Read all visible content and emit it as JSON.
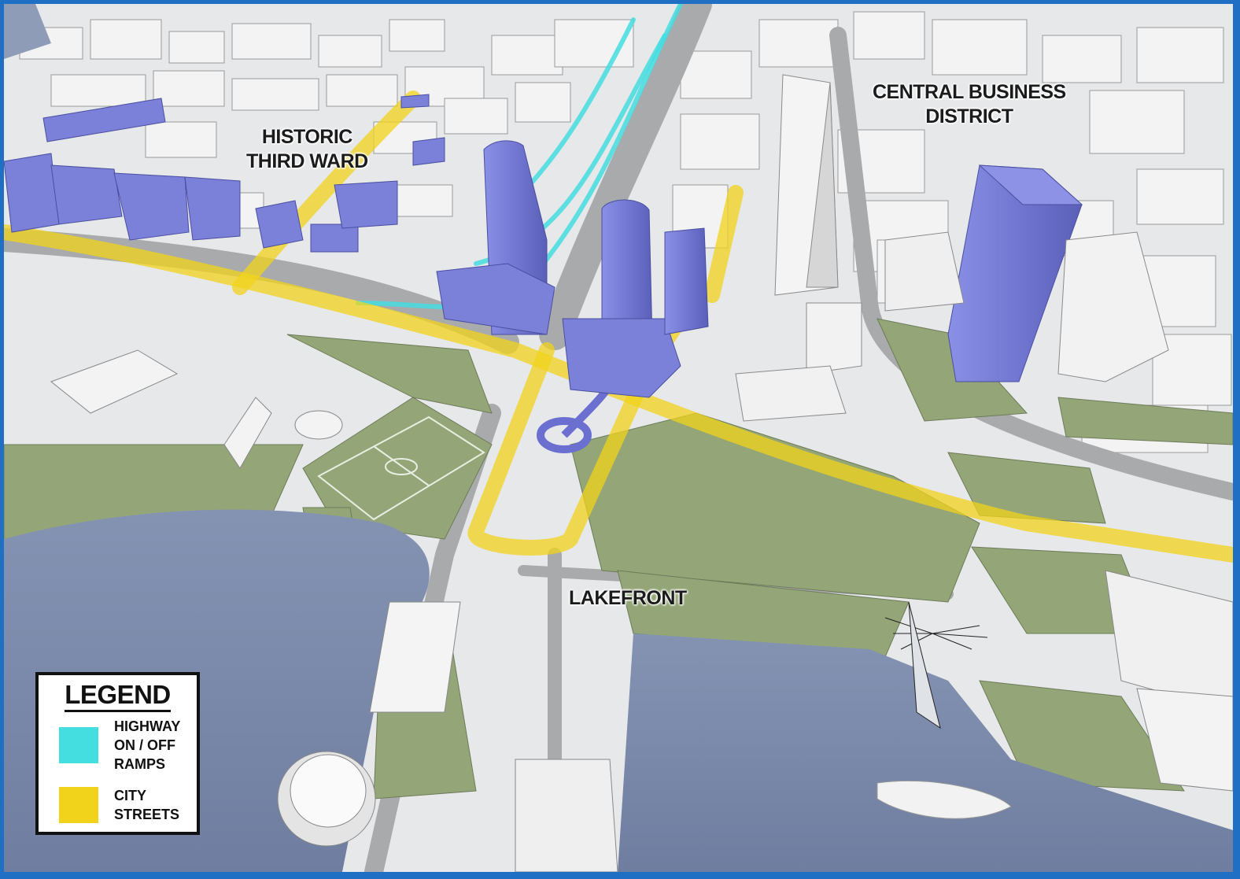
{
  "labels": {
    "historic_third_ward": [
      "HISTORIC",
      "THIRD WARD"
    ],
    "central_business_district": [
      "CENTRAL BUSINESS",
      "DISTRICT"
    ],
    "lakefront": "LAKEFRONT"
  },
  "legend": {
    "title": "LEGEND",
    "items": [
      {
        "lines": [
          "HIGHWAY",
          "ON / OFF",
          "RAMPS"
        ],
        "color": "#44dde0"
      },
      {
        "lines": [
          "CITY",
          "STREETS"
        ],
        "color": "#f1d31b"
      }
    ]
  },
  "colors": {
    "water": "#7f8fb0",
    "park": "#94a677",
    "building": "#f2f2f2",
    "proposed_building": "#7b80d8",
    "highway_ramp": "#44dde0",
    "city_street": "#f1d31b",
    "frame": "#1f6fc4"
  }
}
